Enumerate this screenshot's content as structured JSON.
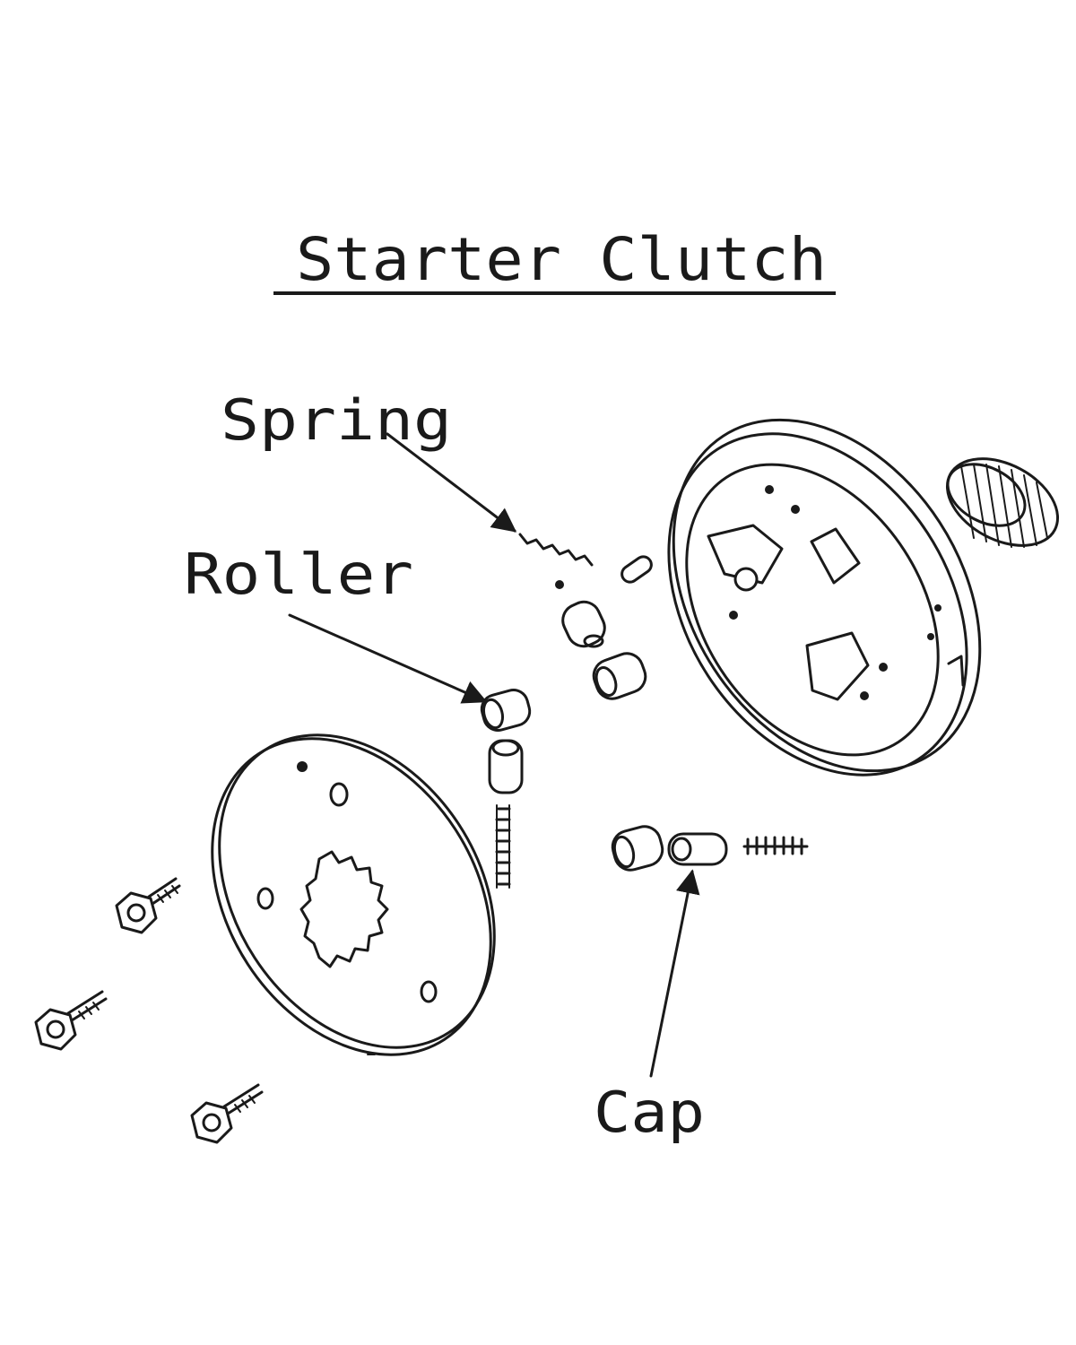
{
  "title": "Starter Clutch",
  "labels": {
    "spring": "Spring",
    "roller": "Roller",
    "cap": "Cap"
  },
  "colors": {
    "ink": "#1a1a1a",
    "paper": "#ffffff"
  }
}
